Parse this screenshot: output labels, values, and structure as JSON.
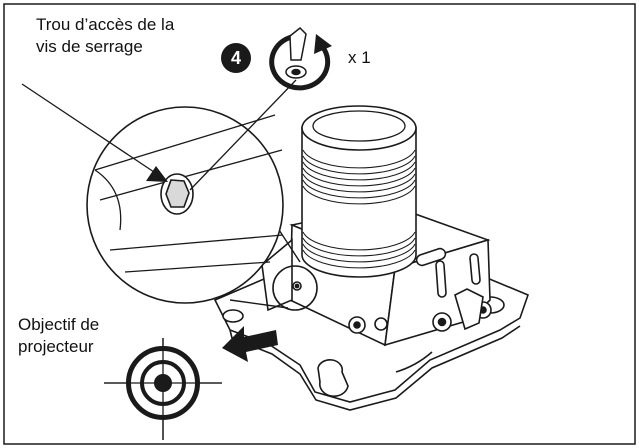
{
  "labels": {
    "access_hole_line1": "Trou d’accès de la",
    "access_hole_line2": "vis de serrage",
    "step_number": "4",
    "repeat_count": "x 1",
    "lens_line1": "Objectif de",
    "lens_line2": "projecteur"
  },
  "icons": {
    "step_badge": "step-number-badge-icon",
    "rotation": "clockwise-rotation-arrow-icon",
    "hex_key": "hex-key-icon",
    "lens_target": "projector-lens-target-icon",
    "direction_arrow": "lens-direction-arrow-icon"
  },
  "colors": {
    "line": "#1a1a1a",
    "fill": "#ffffff",
    "shade": "#d9d9d9"
  }
}
